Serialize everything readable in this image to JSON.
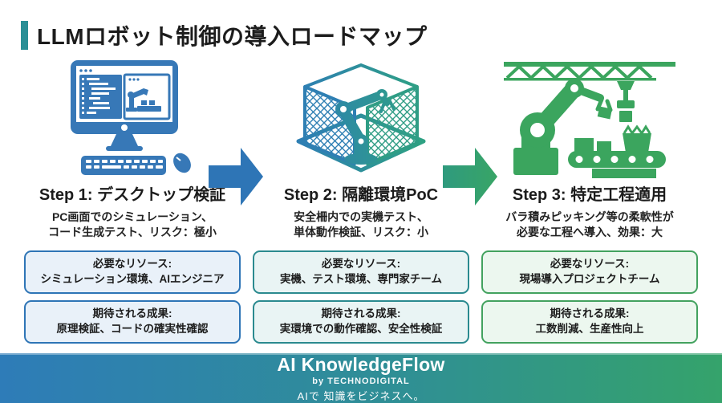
{
  "title": "LLMロボット制御の導入ロードマップ",
  "colors": {
    "title_bar": "#2a8f96",
    "step1_accent": "#2e75b6",
    "step2_accent": "#2b8a8f",
    "step3_accent": "#43a25f",
    "arrow1": "#2e75b6",
    "arrow2": "#35a36b",
    "footer_gradient_start": "#2e7cb8",
    "footer_gradient_end": "#35a36b"
  },
  "steps": [
    {
      "title": "Step 1: デスクトップ検証",
      "desc_line1": "PC画面でのシミュレーション、",
      "desc_line2": "コード生成テスト、リスク：極小",
      "resources_label": "必要なリソース:",
      "resources_value": "シミュレーション環境、AIエンジニア",
      "outcomes_label": "期待される成果:",
      "outcomes_value": "原理検証、コードの確実性確認",
      "icon": "desktop-simulation-icon"
    },
    {
      "title": "Step 2: 隔離環境PoC",
      "desc_line1": "安全柵内での実機テスト、",
      "desc_line2": "単体動作検証、リスク：小",
      "resources_label": "必要なリソース:",
      "resources_value": "実機、テスト環境、専門家チーム",
      "outcomes_label": "期待される成果:",
      "outcomes_value": "実環境での動作確認、安全性検証",
      "icon": "caged-robot-icon"
    },
    {
      "title": "Step 3: 特定工程適用",
      "desc_line1": "バラ積みピッキング等の柔軟性が",
      "desc_line2": "必要な工程へ導入、効果：大",
      "resources_label": "必要なリソース:",
      "resources_value": "現場導入プロジェクトチーム",
      "outcomes_label": "期待される成果:",
      "outcomes_value": "工数削減、生産性向上",
      "icon": "factory-robot-icon"
    }
  ],
  "footer": {
    "brand": "AI KnowledgeFlow",
    "byline": "by TECHNODIGITAL",
    "tagline": "AIで 知識をビジネスへ。"
  }
}
